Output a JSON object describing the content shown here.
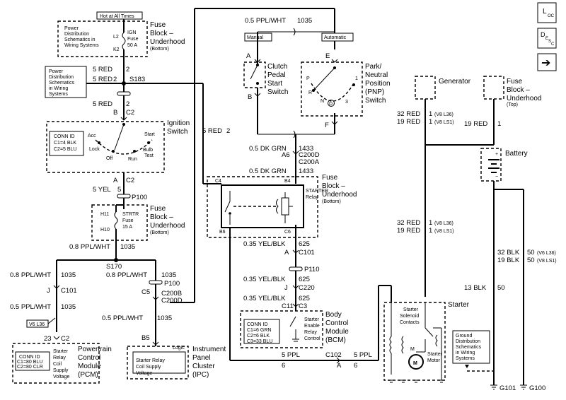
{
  "nav": {
    "loc_main": "L",
    "loc_sub": "OC",
    "desc_main": "D",
    "desc_sub1": "E",
    "desc_sub2": "S",
    "desc_sub3": "C",
    "next_glyph": "➔"
  },
  "labels": {
    "hot_at_all_times": "Hot at All Times",
    "power_dist_1": "Power",
    "power_dist_2": "Distribution",
    "power_dist_3": "Schematics",
    "power_dist_4": "in Wiring",
    "power_dist_5": "Systems",
    "pd1_line3": "Schematics in",
    "pd1_line4": "Wiring Systems",
    "fuse_block": "Fuse",
    "block_uh": "Block –",
    "underhood": "Underhood",
    "bottom": "(Bottom)",
    "top": "(Top)",
    "l2": "L2",
    "k2": "K2",
    "ign": "IGN",
    "fuse": "Fuse",
    "ign_amp": "50 A",
    "w_5red": "5 RED",
    "n2": "2",
    "s183": "S183",
    "b": "B",
    "c2": "C2",
    "ignition": "Ignition",
    "switch": "Switch",
    "conn_id": "CONN ID",
    "ign_c1": "C1=4 BLK",
    "ign_c2": "C2=5 BLU",
    "acc": "Acc",
    "lock": "Lock",
    "off": "Off",
    "run": "Run",
    "start": "Start",
    "bulb": "Bulb",
    "test": "Test",
    "a": "A",
    "w_5yel": "5 YEL",
    "n5": "5",
    "p100": "P100",
    "h11": "H11",
    "h10": "H10",
    "strtr": "STRTR",
    "strtr_amp": "15 A",
    "w_08ppl_1035": "0.8 PPL/WHT",
    "n1035": "1035",
    "s170": "S170",
    "j": "J",
    "c101": "C101",
    "w_05ppl_1035": "0.5 PPL/WHT",
    "v6_l36": "V6 L36",
    "n23": "23",
    "pcm_c1": "C1=80 BLU",
    "pcm_c2": "C2=80 CLR",
    "starter": "Starter",
    "relay": "Relay",
    "coil": "Coil",
    "supply": "Supply",
    "voltage": "Voltage",
    "powertrain": "Powertrain",
    "control": "Control",
    "module": "Module",
    "pcm": "(PCM)",
    "c5": "C5",
    "c200b": "C200B",
    "c200d": "C200D",
    "b5": "B5",
    "logic": "Logic",
    "ipc_l1": "Starter Relay",
    "ipc_l2": "Coil Supply",
    "instrument": "Instrument",
    "panel": "Panel",
    "cluster": "Cluster",
    "ipc": "(IPC)",
    "w_5red_2": "5 RED",
    "top_wire": "0.5 PPL/WHT",
    "manual": "Manual",
    "automatic": "Automatic",
    "e": "E",
    "f": "F",
    "clutch": "Clutch",
    "pedal": "Pedal",
    "start_w": "Start",
    "switch_w": "Switch",
    "park": "Park/",
    "neutral": "Neutral",
    "position": "Position",
    "pnp": "(PNP)",
    "p": "P",
    "r": "R",
    "n": "N",
    "d": "D",
    "n3": "3",
    "n1": "1",
    "w_dkgrn": "0.5 DK GRN",
    "n1433": "1433",
    "a6": "A6",
    "c200d_2": "C200D",
    "c200a": "C200A",
    "c4": "C4",
    "b4": "B4",
    "b6": "B6",
    "c6": "C6",
    "starter_relay": "STARTER",
    "relay_caps": "Relay",
    "w_yelblk": "0.35 YEL/BLK",
    "n625": "625",
    "p110": "P110",
    "c220": "C220",
    "c11": "C11",
    "c3": "C3",
    "bcm_c1": "C1=6 GRN",
    "bcm_c2": "C2=6 BLK",
    "bcm_c3": "C3=33 BLU",
    "enable": "Enable",
    "body": "Body",
    "bcm": "(BCM)",
    "w_5ppl": "5 PPL",
    "n6": "6",
    "c102": "C102",
    "generator": "Generator",
    "w_32red": "32 RED",
    "w_19red": "19 RED",
    "v8l36": "(V8 L36)",
    "v8ls1": "(V8 LS1)",
    "battery": "Battery",
    "plus": "+",
    "minus": "−",
    "w_32blk": "32 BLK",
    "w_19blk": "19 BLK",
    "n50": "50",
    "v6l36p": "(V6 L36)",
    "w_13blk": "13 BLK",
    "starter_title": "Starter",
    "solenoid": "Solenoid",
    "contacts": "Contacts",
    "m": "M",
    "motor": "Motor",
    "ground_1": "Ground",
    "ground_2": "Distribution",
    "ground_3": "Schematics",
    "ground_4": "in Wiring",
    "ground_5": "Systems",
    "g101": "G101",
    "g100": "G100"
  }
}
